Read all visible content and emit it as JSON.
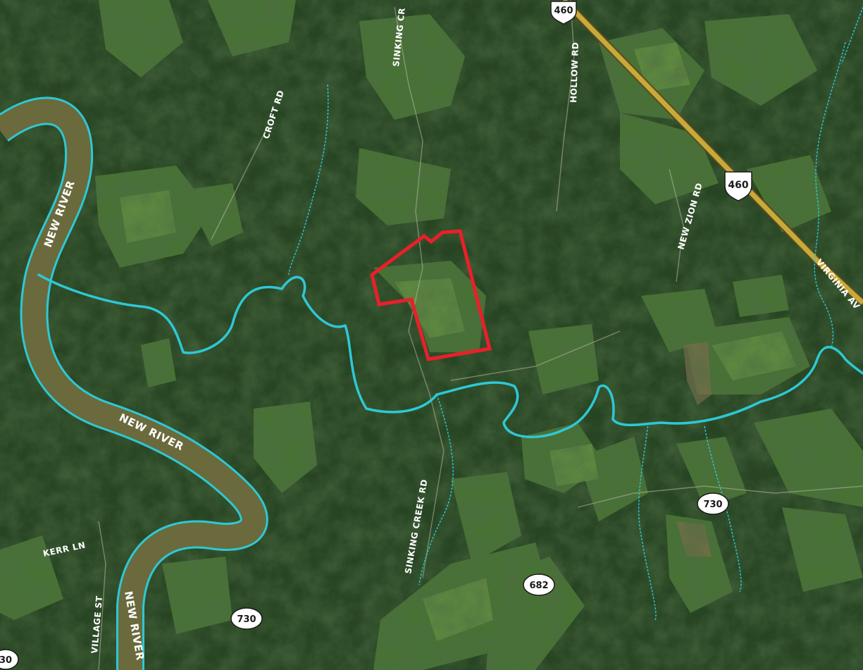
{
  "map": {
    "rivers": {
      "main": "NEW RIVER",
      "main_2": "NEW RIVER",
      "main_3": "NEW RIVER"
    },
    "roads": {
      "croft": "CROFT RD",
      "sinking_creek_north": "SINKING CR",
      "hollow": "HOLLOW RD",
      "new_zion": "NEW ZION RD",
      "virginia_ave": "VIRGINIA AV",
      "sinking_creek_south": "SINKING CREEK RD",
      "kerr": "KERR LN",
      "village": "VILLAGE ST"
    },
    "shields": {
      "us460_top": "460",
      "us460_mid": "460",
      "sr730_right": "730",
      "sr682": "682",
      "sr730_bottom": "730",
      "sr730_left_edge": "30"
    },
    "colors": {
      "forest": "#1f3a1c",
      "field": "#4d7a35",
      "river_outline": "#2ec8d6",
      "river_water": "#6a6a3c",
      "highway": "#c9a93a",
      "parcel": "#e8202a",
      "label": "#ffffff"
    }
  }
}
